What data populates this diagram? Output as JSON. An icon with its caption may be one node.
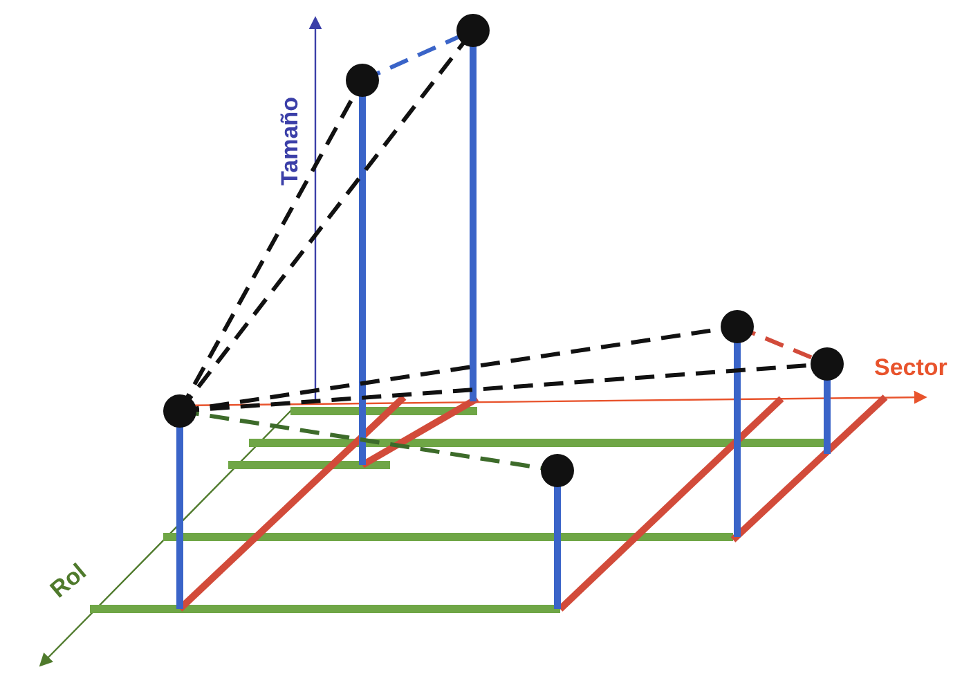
{
  "diagram": {
    "labels": [
      "Tamaño",
      "Sector",
      "Rol"
    ]
  }
}
